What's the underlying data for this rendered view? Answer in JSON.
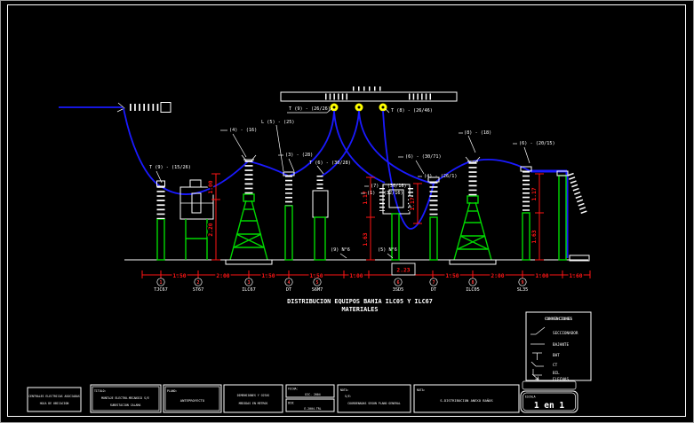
{
  "window": {
    "background": "#000000",
    "frame_color": "#ffffff"
  },
  "title": {
    "line1": "DISTRIBUCION EQUIPOS BAHIA ILC05 Y ILC67",
    "line2": "MATERIALES"
  },
  "callouts": [
    {
      "text": "T (9) - (15/26)"
    },
    {
      "text": "T (9) - (26/26)"
    },
    {
      "text": "T (8) - (26/46)"
    },
    {
      "text": "L (5) - (25)"
    },
    {
      "text": "(4) - (16)"
    },
    {
      "text": "(3) - (28)"
    },
    {
      "text": "T (6) - (30/28)"
    },
    {
      "text": "(7) - (30/16)"
    },
    {
      "text": "(1) - (32/16)"
    },
    {
      "text": "(6) - (30/71)"
    },
    {
      "text": "(4) - (26/1)"
    },
    {
      "text": "(8) - (18)"
    },
    {
      "text": "(6) - (20/15)"
    },
    {
      "text": "(9) N°6"
    },
    {
      "text": "(5) N°6"
    }
  ],
  "dims": {
    "horizontal": [
      "1.50",
      "2.00",
      "1.50",
      "1.50",
      "1.00",
      "1.50",
      "2.00",
      "1.00",
      "1.60"
    ],
    "boxed": "2.23",
    "vertical_left": [
      "1.00",
      "2.20"
    ],
    "vertical_mid1": [
      "1.17",
      "1.63"
    ],
    "vertical_mid2": [
      "1.17"
    ],
    "vertical_right": [
      "1.17",
      "1.63"
    ]
  },
  "tags": [
    {
      "num": "1",
      "label": "TJC67"
    },
    {
      "num": "2",
      "label": "ST67"
    },
    {
      "num": "3",
      "label": "ILC67"
    },
    {
      "num": "4",
      "label": "DT"
    },
    {
      "num": "5",
      "label": "S6M7"
    },
    {
      "num": "6",
      "label": "3SD5"
    },
    {
      "num": "7",
      "label": "DT"
    },
    {
      "num": "8",
      "label": "ILC05"
    },
    {
      "num": "9",
      "label": "SL35"
    }
  ],
  "legend": {
    "title": "CONVENCIONES",
    "items": [
      {
        "label": "SECCIONADOR"
      },
      {
        "label": "BAJANTE"
      },
      {
        "label": "BHT"
      },
      {
        "label": "CT"
      },
      {
        "label": "BIL"
      },
      {
        "label": "FLECHAS"
      }
    ]
  },
  "title_block": {
    "company": {
      "line1": "CENTRALES ELECTRICAS ASOCIADAS",
      "line2": "HOJA DE UBICACION"
    },
    "titulo": {
      "header": "TITULO:",
      "line1": "MONTAJE ELECTRO-MECANICO S/E",
      "line2": "SUBESTACION CALAMA"
    },
    "plano": {
      "header": "PLANO:",
      "text": "ANTEPROYECTO"
    },
    "medidas": {
      "line1": "DIMENSIONES Y COTAS",
      "line2": "MEDIDAS EN METROS"
    },
    "fecha": {
      "header": "FECHA:",
      "text": "DIC. 2004"
    },
    "dib": {
      "header": "DIB:",
      "text": "E-2004-TRL"
    },
    "nota1": {
      "header": "NOTA:",
      "line1": "S/E:",
      "line2": "COORDENADAS SEGUN PLANO GENERAL"
    },
    "nota2": {
      "header": "NOTA:",
      "text": "S-DISTRIBUCION ANEXO BAÑOS"
    },
    "escala": {
      "header": "ESCALA",
      "value": "1 en 1"
    }
  },
  "colors": {
    "conductor": "#1a1aff",
    "structure": "#00d800",
    "dimension": "#ff1515",
    "equipment": "#ffffff",
    "node": "#ffff00"
  }
}
